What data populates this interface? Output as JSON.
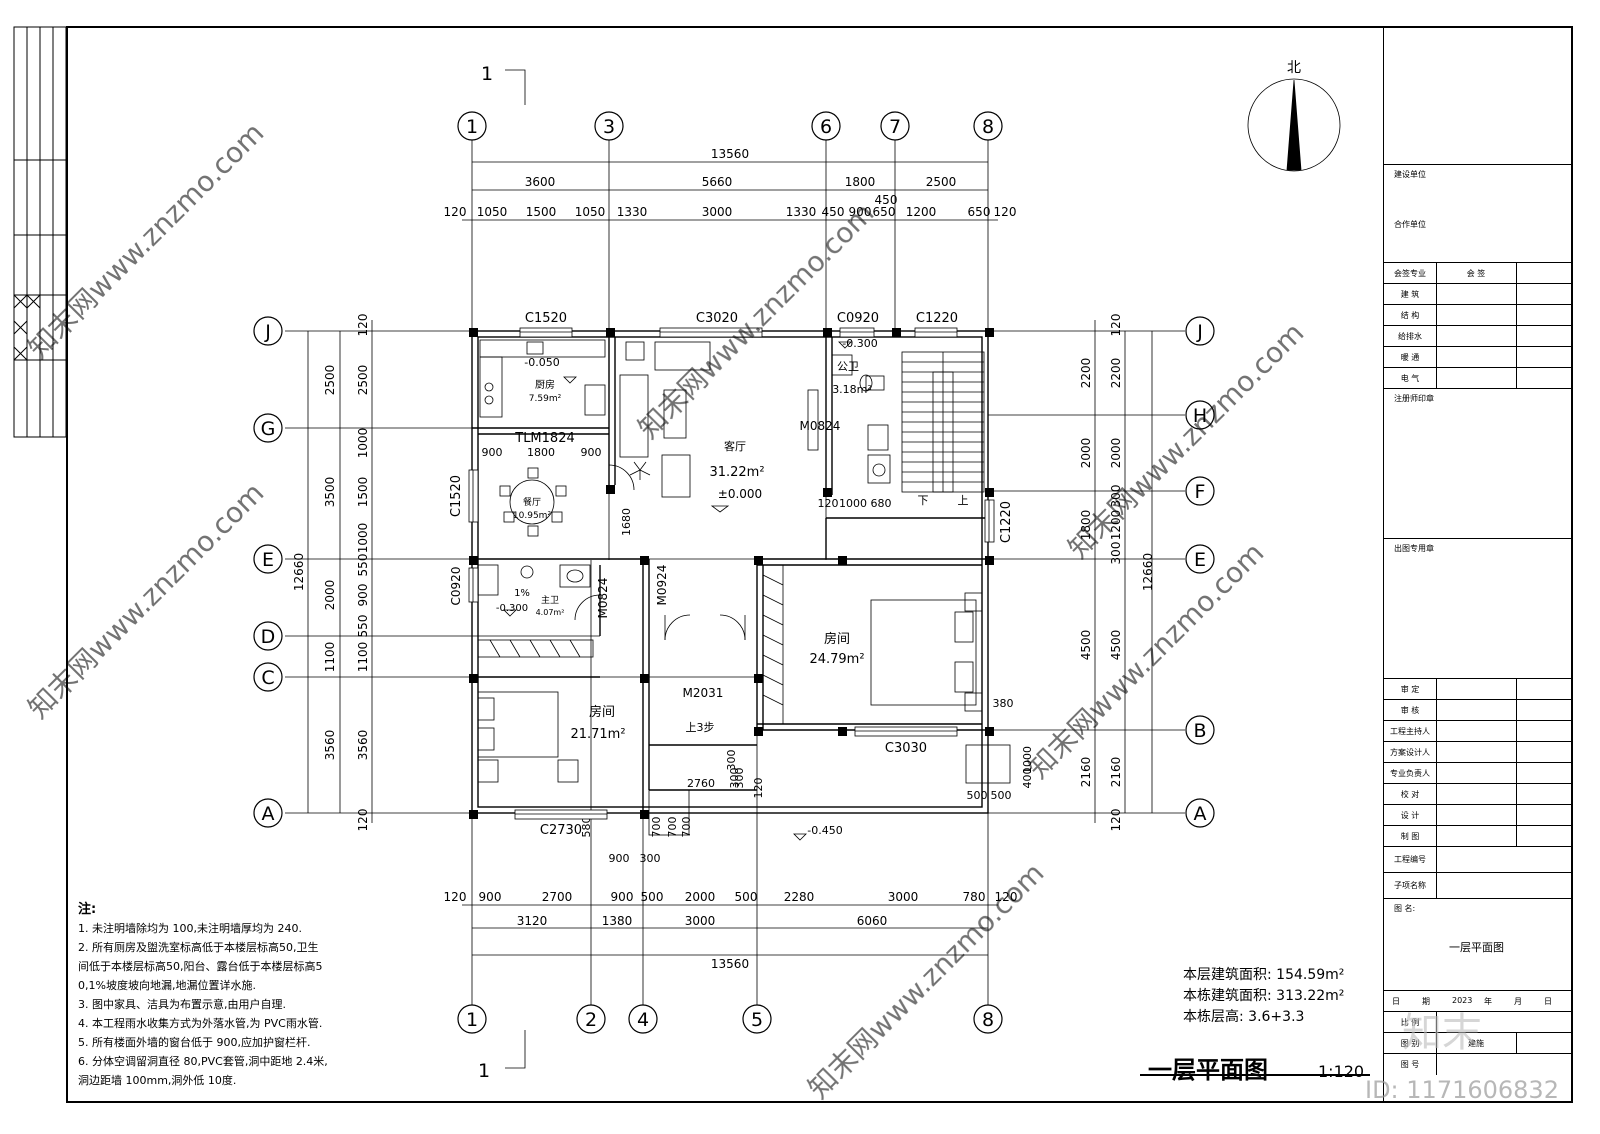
{
  "drawing": {
    "title": "一层平面图",
    "scale": "1:120",
    "section_mark": "1",
    "north": "北"
  },
  "grid": {
    "top_axes": [
      "1",
      "3",
      "6",
      "7",
      "8"
    ],
    "bottom_axes": [
      "1",
      "2",
      "4",
      "5",
      "8"
    ],
    "left_axes": [
      "J",
      "G",
      "E",
      "D",
      "C",
      "A"
    ],
    "right_axes": [
      "J",
      "H",
      "F",
      "E",
      "B",
      "A"
    ]
  },
  "dims": {
    "top_total": "13560",
    "top_mid": [
      "3600",
      "5660",
      "1800",
      "2500"
    ],
    "top_detail": [
      "120",
      "1050",
      "1500",
      "1050",
      "1330",
      "3000",
      "1330",
      "450",
      "900",
      "650",
      "1200",
      "650",
      "120"
    ],
    "top_extra": "450",
    "bottom_detail": [
      "120",
      "900",
      "2700",
      "900",
      "500",
      "2000",
      "500",
      "2280",
      "3000",
      "780",
      "120"
    ],
    "bottom_mid": [
      "3120",
      "1380",
      "3000",
      "6060"
    ],
    "bottom_total": "13560",
    "left_total": "12660",
    "left_mid": [
      "2500",
      "3500",
      "2000",
      "1100",
      "3560"
    ],
    "left_detail": [
      "120",
      "2500",
      "1000",
      "1500",
      "1000",
      "550",
      "900",
      "550",
      "1100",
      "3560",
      "120"
    ],
    "right_total": "12660",
    "right_mid": [
      "2200",
      "2000",
      "1800",
      "4500",
      "2160"
    ],
    "right_detail": [
      "120",
      "2200",
      "2000",
      "300",
      "1200",
      "300",
      "4500",
      "2160",
      "120"
    ],
    "misc": [
      "900",
      "1800",
      "900",
      "1680",
      "120",
      "1000",
      "680",
      "700",
      "300",
      "900",
      "300",
      "2760",
      "300",
      "300",
      "120",
      "500",
      "500",
      "1000",
      "400",
      "380",
      "580",
      "700",
      "700"
    ]
  },
  "rooms": {
    "kitchen": {
      "name": "厨房",
      "area": "7.59m²",
      "level": "-0.050"
    },
    "dining": {
      "name": "餐厅",
      "area": "10.95m²"
    },
    "living": {
      "name": "客厅",
      "area": "31.22m²",
      "level": "±0.000"
    },
    "public_wc": {
      "name": "公卫",
      "area": "3.18m²",
      "level": "-0.300"
    },
    "bath": {
      "name": "主卫",
      "area": "4.07m²",
      "level": "-0.300",
      "slope": "1%"
    },
    "bedroom_big": {
      "name": "房间",
      "area": "24.79m²"
    },
    "bedroom_small": {
      "name": "房间",
      "area": "21.71m²"
    },
    "stair_down": "下",
    "stair_up": "上",
    "entry_steps": "上3步",
    "outdoor_level": "-0.450"
  },
  "openings": [
    "C1520",
    "C3020",
    "C0920",
    "C1220",
    "TLM1824",
    "C1520",
    "M0824",
    "C0920",
    "M0824",
    "M0924",
    "M2031",
    "C1220",
    "C3030",
    "C2730"
  ],
  "titleblock": {
    "client": "建设单位",
    "partner": "合作单位",
    "cosign_head": [
      "会签专业",
      "会 签"
    ],
    "cosign_rows": [
      "建 筑",
      "结 构",
      "给排水",
      "暖 通",
      "电 气"
    ],
    "reg_stamp": "注册师印章",
    "out_stamp": "出图专用章",
    "sign_rows": [
      "审 定",
      "审 核",
      "工程主持人",
      "方案设计人",
      "专业负责人",
      "校 对",
      "设 计",
      "制 图"
    ],
    "project_no": "工程编号",
    "sub_name": "子项名称",
    "drawing_name_label": "图 名:",
    "drawing_name": "一层平面图",
    "date_row": [
      "日",
      "期",
      "2023",
      "年",
      "月",
      "日"
    ],
    "ratio": "比 例",
    "drawing_type_label": "图 别",
    "drawing_type": "建施",
    "sheet_no": "图 号"
  },
  "area_stats": {
    "floor_area": "本层建筑面积: 154.59m²",
    "total_area": "本栋建筑面积: 313.22m²",
    "height": "本栋层高: 3.6+3.3"
  },
  "notes": {
    "head": "注:",
    "items": [
      "1. 未注明墙除均为 100,未注明墙厚均为 240.",
      "2. 所有厕房及盥洗室标高低于本楼层标高50,卫生",
      "间低于本楼层标高50,阳台、露台低于本楼层标高5",
      "0,1%坡度坡向地漏,地漏位置详水施.",
      "3. 图中家具、洁具为布置示意,由用户自理.",
      "4. 本工程雨水收集方式为外落水管,为 PVC雨水管.",
      "5. 所有楼面外墙的窗台低于 900,应加护窗栏杆.",
      "6. 分体空调留洞直径 80,PVC套管,洞中距地 2.4米,",
      "洞边距墙 100mm,洞外低 10度."
    ]
  },
  "watermark": {
    "logo": "知末",
    "id": "ID: 1171606832"
  }
}
